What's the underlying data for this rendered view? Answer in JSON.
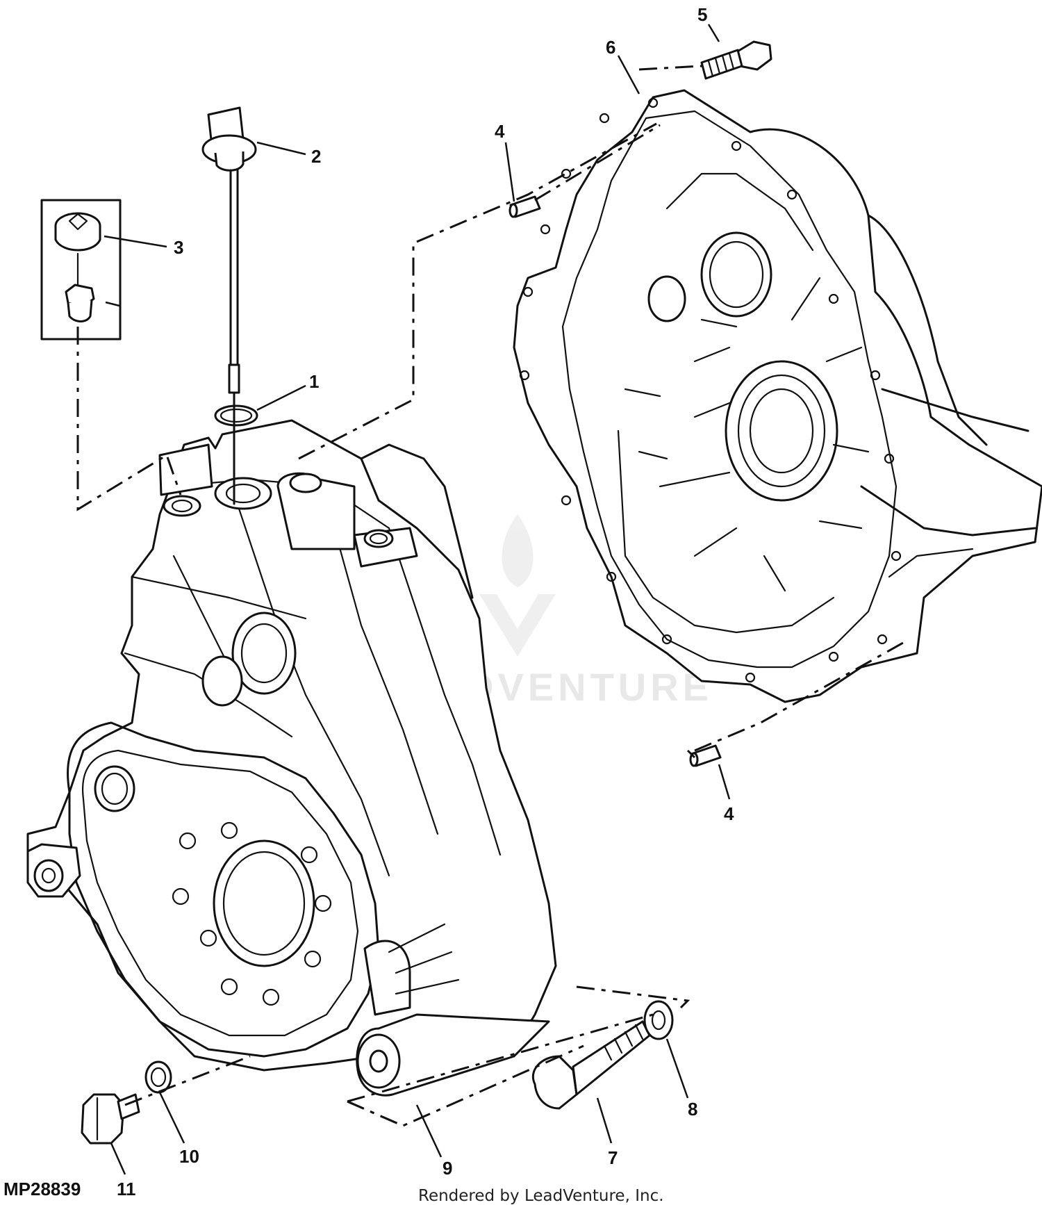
{
  "figure_id": "MP28839",
  "footer_text": "Rendered by LeadVenture, Inc.",
  "watermark_text": "LEADVENTURE",
  "callouts": [
    {
      "key": "1",
      "label": "1"
    },
    {
      "key": "2",
      "label": "2"
    },
    {
      "key": "3",
      "label": "3"
    },
    {
      "key": "4a",
      "label": "4"
    },
    {
      "key": "4b",
      "label": "4"
    },
    {
      "key": "5",
      "label": "5"
    },
    {
      "key": "6",
      "label": "6"
    },
    {
      "key": "7",
      "label": "7"
    },
    {
      "key": "8",
      "label": "8"
    },
    {
      "key": "9",
      "label": "9"
    },
    {
      "key": "10",
      "label": "10"
    },
    {
      "key": "11",
      "label": "11"
    }
  ]
}
